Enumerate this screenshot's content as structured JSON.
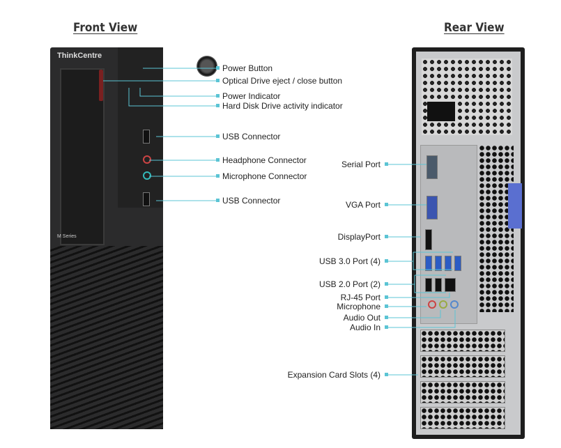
{
  "front": {
    "title": "Front View",
    "brand": "ThinkCentre",
    "series": "M Series",
    "labels": [
      "Power Button",
      "Optical Drive eject / close button",
      "Power Indicator",
      "Hard Disk Drive activity indicator",
      "USB Connector",
      "Headphone Connector",
      "Microphone Connector",
      "USB Connector"
    ]
  },
  "rear": {
    "title": "Rear View",
    "labels": [
      "Serial Port",
      "VGA Port",
      "DisplayPort",
      "USB 3.0 Port (4)",
      "USB 2.0 Port (2)",
      "RJ-45 Port",
      "Microphone",
      "Audio Out",
      "Audio In",
      "Expansion Card Slots (4)"
    ]
  },
  "colors": {
    "callout": "#5bc4d4",
    "accent_latch": "#5a6fd0"
  }
}
